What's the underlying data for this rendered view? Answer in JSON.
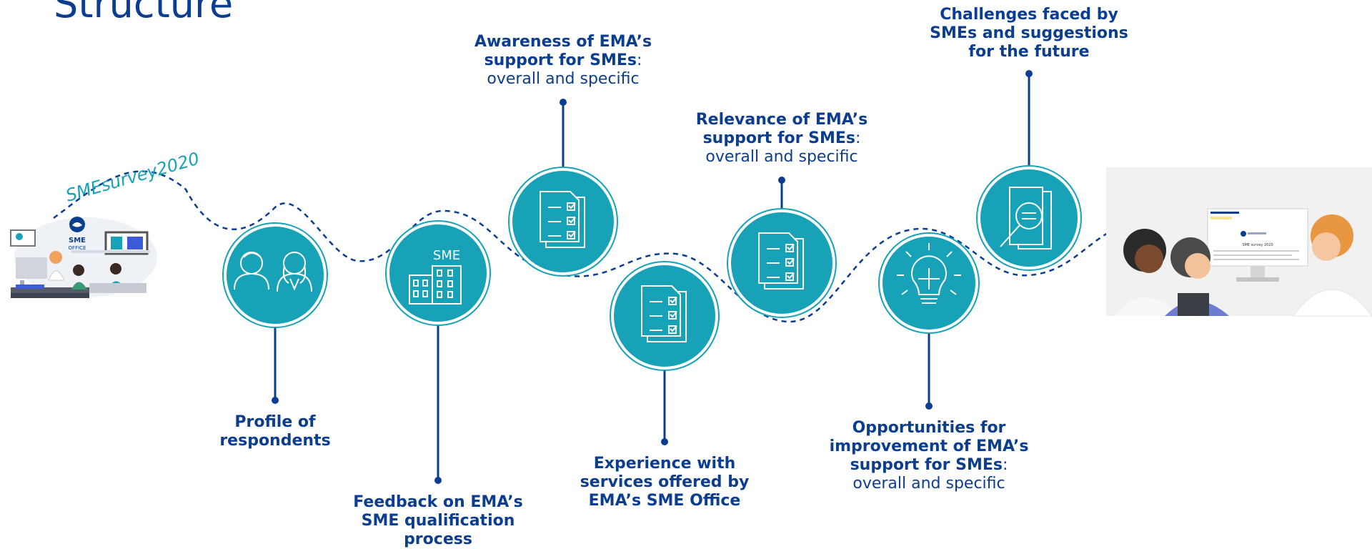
{
  "title": "Structure",
  "survey_tag": "SMEsurvey2020",
  "sme_office_badge": {
    "line1": "SME",
    "line2": "OFFICE"
  },
  "colors": {
    "circle": "#17a2b8",
    "line": "#0b3d91",
    "text": "#0b3d91"
  },
  "steps": [
    {
      "id": "profile",
      "icon": "people-icon",
      "bold": [
        "Profile of",
        "respondents"
      ],
      "normal": ""
    },
    {
      "id": "qualification",
      "icon": "sme-building-icon",
      "icon_text": "SME",
      "bold": [
        "Feedback on EMA’s",
        "SME qualification",
        "process"
      ],
      "normal": ""
    },
    {
      "id": "awareness",
      "icon": "checklist-icon",
      "bold": [
        "Awareness of EMA’s",
        "support for SMEs"
      ],
      "colon": ":",
      "normal": "overall and specific"
    },
    {
      "id": "experience",
      "icon": "checklist-icon",
      "bold": [
        "Experience with",
        "services offered by",
        "EMA’s SME Office"
      ],
      "normal": ""
    },
    {
      "id": "relevance",
      "icon": "checklist-icon",
      "bold": [
        "Relevance of EMA’s",
        "support for SMEs"
      ],
      "colon": ":",
      "normal": "overall and specific"
    },
    {
      "id": "opportunities",
      "icon": "lightbulb-icon",
      "bold": [
        "Opportunities for",
        "improvement of EMA’s",
        "support for SMEs"
      ],
      "colon": ":",
      "normal": "overall and specific"
    },
    {
      "id": "challenges",
      "icon": "document-search-icon",
      "bold": [
        "Challenges faced by",
        "SMEs and suggestions",
        "for the future"
      ],
      "normal": ""
    }
  ],
  "screen_mock": {
    "heading": "SME survey 2020"
  }
}
